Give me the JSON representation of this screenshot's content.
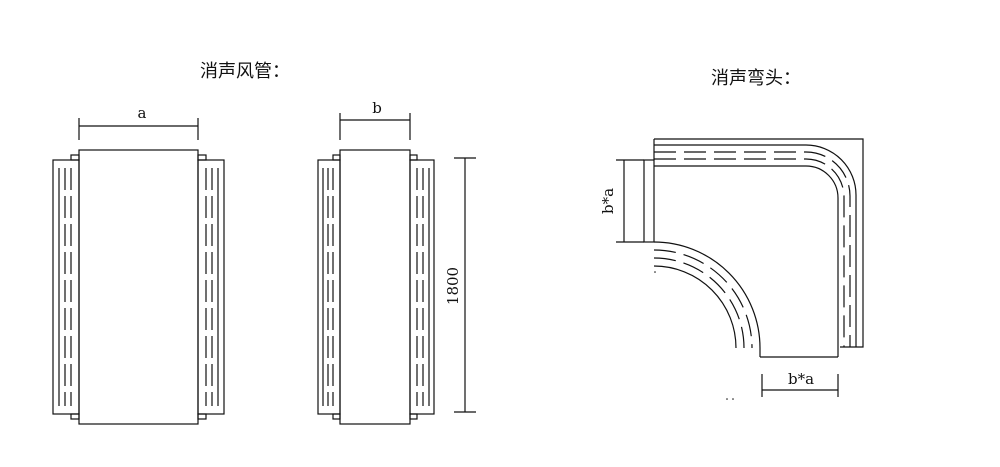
{
  "titles": {
    "duct": "消声风管：",
    "elbow": "消声弯头："
  },
  "dimensions": {
    "width_a": "a",
    "width_b": "b",
    "length": "1800",
    "elbow_side": "b*a",
    "elbow_bottom": "b*a"
  }
}
